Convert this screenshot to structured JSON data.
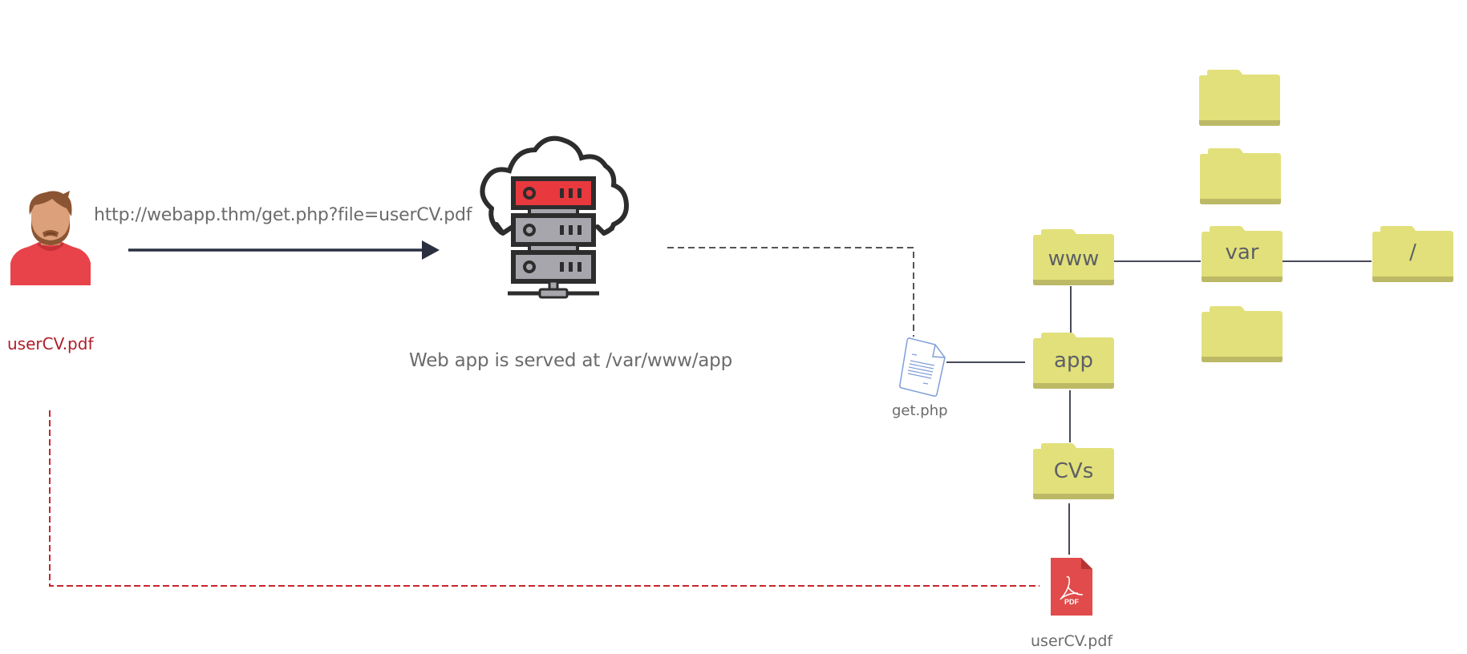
{
  "diagram": {
    "title": "Local File Inclusion flow",
    "client": {
      "icon": "user-avatar-icon",
      "file_label": "userCV.pdf"
    },
    "request": {
      "url": "http://webapp.thm/get.php?file=userCV.pdf",
      "arrow_icon": "arrow-right-icon"
    },
    "server": {
      "icon": "cloud-server-icon",
      "caption": "Web app is served at /var/www/app"
    },
    "filesystem": {
      "root": {
        "name": "/"
      },
      "var": {
        "name": "var"
      },
      "www": {
        "name": "www"
      },
      "app": {
        "name": "app"
      },
      "cvs": {
        "name": "CVs"
      },
      "unnamed_siblings": 3,
      "script_file": {
        "name": "get.php",
        "icon": "php-document-icon"
      },
      "target_file": {
        "name": "userCV.pdf",
        "icon": "pdf-file-icon",
        "badge": "PDF"
      }
    },
    "colors": {
      "folder_fill": "#e2e07a",
      "folder_shadow": "#bcb966",
      "connector": "#474b57",
      "arrow": "#2b3040",
      "return_path": "#c8242e",
      "server_red": "#e8393f",
      "server_gray": "#a7a6ad",
      "pdf_red": "#e14b4b"
    }
  }
}
